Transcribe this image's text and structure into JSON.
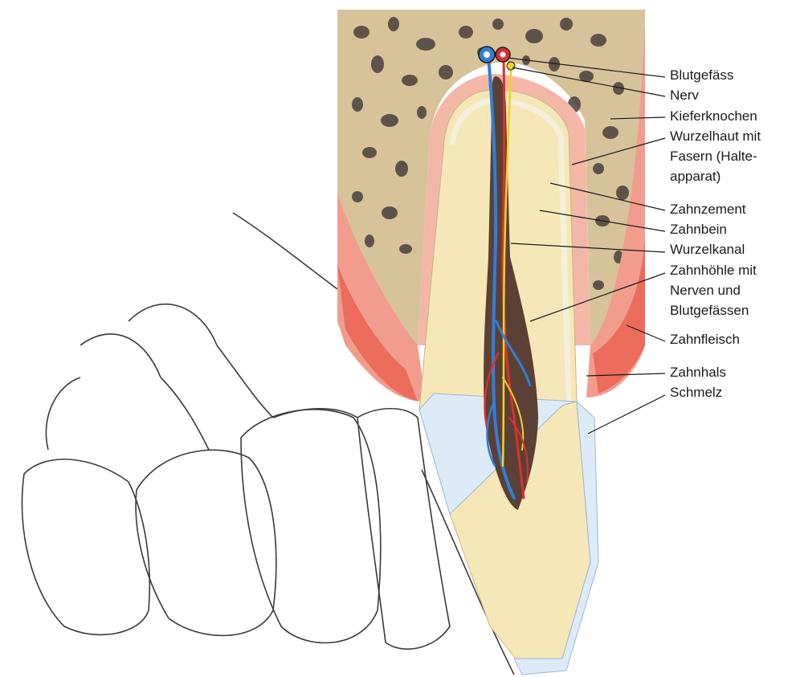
{
  "labels": {
    "blutgefaess": "Blutgefäss",
    "nerv": "Nerv",
    "kieferknochen": "Kieferknochen",
    "wurzelhaut_1": "Wurzelhaut mit",
    "wurzelhaut_2": "Fasern (Halte-",
    "wurzelhaut_3": "apparat)",
    "zahnzement": "Zahnzement",
    "zahnbein": "Zahnbein",
    "wurzelkanal": "Wurzelkanal",
    "zahnhoehle_1": "Zahnhöhle mit",
    "zahnhoehle_2": "Nerven und",
    "zahnhoehle_3": "Blutgefässen",
    "zahnfleisch": "Zahnfleisch",
    "zahnhals": "Zahnhals",
    "schmelz": "Schmelz"
  },
  "colors": {
    "bone": "#d7c39a",
    "bone_pores": "#4a403a",
    "gum": "#f29c8e",
    "gum_edge": "#e8604f",
    "periodontal": "#f3b7a8",
    "cementum": "#f5f0dc",
    "dentin": "#f6e7b8",
    "pulp": "#5b4035",
    "vessel_blue": "#2f7fd8",
    "vessel_red": "#d8322e",
    "nerve_yellow": "#f2d21e",
    "enamel": "#dcebf7",
    "outline": "#3a3a3a"
  }
}
